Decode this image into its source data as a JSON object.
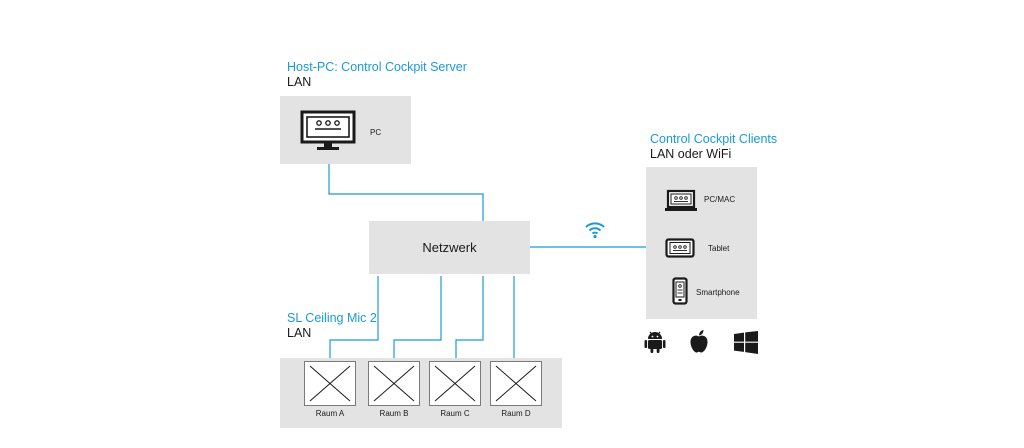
{
  "host": {
    "title": "Host-PC: Control Cockpit Server",
    "subtitle": "LAN",
    "device_label": "PC",
    "icon": "monitor-icon"
  },
  "network": {
    "label": "Netzwerk"
  },
  "clients": {
    "title": "Control Cockpit Clients",
    "subtitle": "LAN oder WiFi",
    "devices": [
      {
        "label": "PC/MAC",
        "icon": "laptop-icon"
      },
      {
        "label": "Tablet",
        "icon": "tablet-icon"
      },
      {
        "label": "Smartphone",
        "icon": "smartphone-icon"
      }
    ],
    "os_icons": [
      "android-icon",
      "apple-icon",
      "windows-icon"
    ]
  },
  "mics": {
    "title": "SL Ceiling Mic 2",
    "subtitle": "LAN",
    "rooms": [
      "Raum A",
      "Raum B",
      "Raum C",
      "Raum D"
    ]
  },
  "colors": {
    "accent": "#1a9bd7",
    "panel": "#e3e3e3",
    "line": "#1a9bd7",
    "icon": "#1a1a1a"
  }
}
